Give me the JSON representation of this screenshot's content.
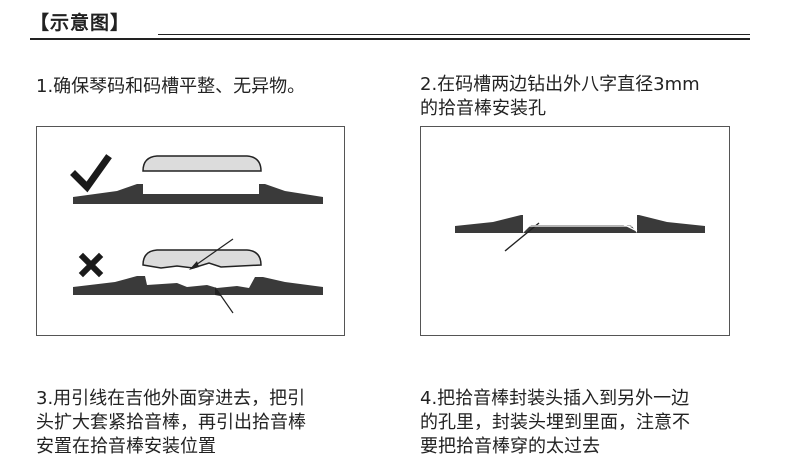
{
  "header": {
    "title": "【示意图】"
  },
  "steps": [
    {
      "text": "1.确保琴码和码槽平整、无异物。"
    },
    {
      "text": "2.在码槽两边钻出外八字直径3mm\n的拾音棒安装孔"
    },
    {
      "text": "3.用引线在吉他外面穿进去，把引\n头扩大套紧拾音棒，再引出拾音棒\n安置在拾音棒安装位置"
    },
    {
      "text": "4.把拾音棒封装头插入到另外一边\n的孔里，封装头埋到里面，注意不\n要把拾音棒穿的太过去"
    }
  ],
  "colors": {
    "body": "#3a3a3a",
    "saddle": "#dcdcdc",
    "line": "#222222"
  },
  "icons": {
    "correct": "check-icon",
    "wrong": "cross-icon"
  }
}
